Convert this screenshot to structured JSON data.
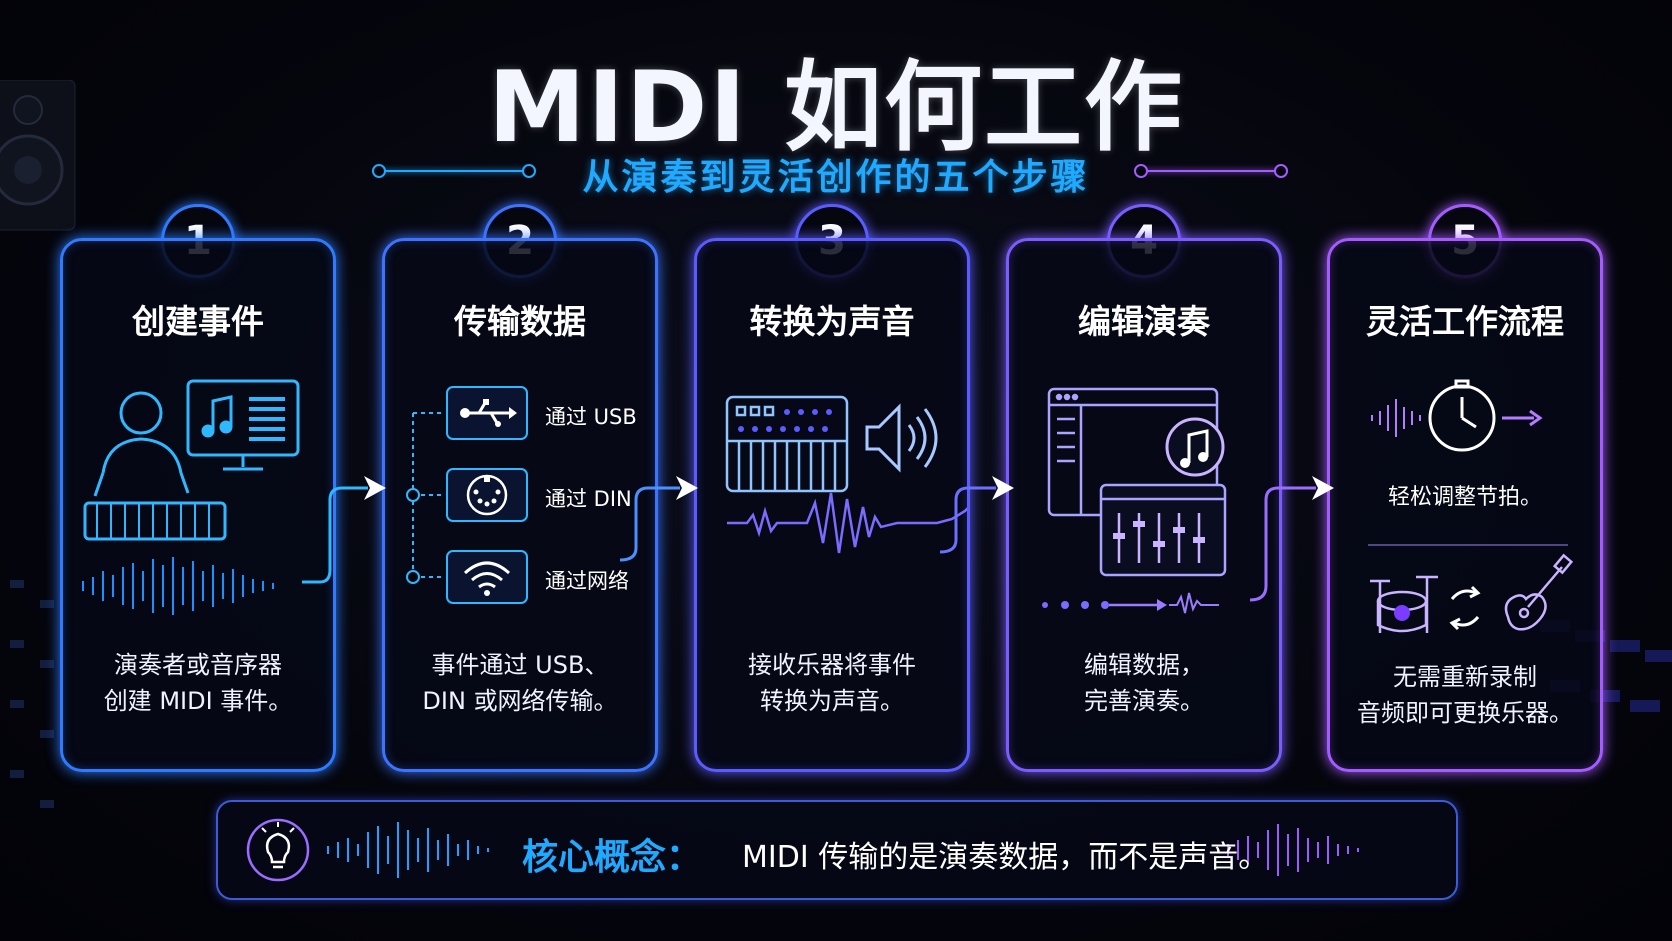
{
  "header": {
    "title": "MIDI 如何工作",
    "subtitle": "从演奏到灵活创作的五个步骤"
  },
  "steps": [
    {
      "number": "1",
      "title": "创建事件",
      "desc": [
        "演奏者或音序器",
        "创建 MIDI 事件。"
      ]
    },
    {
      "number": "2",
      "title": "传输数据",
      "desc": [
        "事件通过 USB、",
        "DIN 或网络传输。"
      ],
      "channels": [
        "通过 USB",
        "通过 DIN",
        "通过网络"
      ]
    },
    {
      "number": "3",
      "title": "转换为声音",
      "desc": [
        "接收乐器将事件",
        "转换为声音。"
      ]
    },
    {
      "number": "4",
      "title": "编辑演奏",
      "desc": [
        "编辑数据，",
        "完善演奏。"
      ]
    },
    {
      "number": "5",
      "title": "灵活工作流程",
      "desc": [
        "无需重新录制",
        "音频即可更换乐器。"
      ],
      "note": "轻松调整节拍。"
    }
  ],
  "concept": {
    "label": "核心概念：",
    "text": "MIDI 传输的是演奏数据，而不是声音。"
  },
  "colors": {
    "blue": "#2f7bff",
    "cyan": "#1fa9ff",
    "indigo": "#5a5cff",
    "violet": "#8a5cff",
    "purple": "#a45cff"
  },
  "icons": [
    "person-keyboard-icon",
    "monitor-music-icon",
    "usb-icon",
    "din-icon",
    "wifi-icon",
    "synth-icon",
    "speaker-icon",
    "daw-window-icon",
    "music-note-icon",
    "mixer-icon",
    "clock-icon",
    "drum-kit-icon",
    "swap-icon",
    "guitar-icon",
    "lightbulb-icon"
  ]
}
